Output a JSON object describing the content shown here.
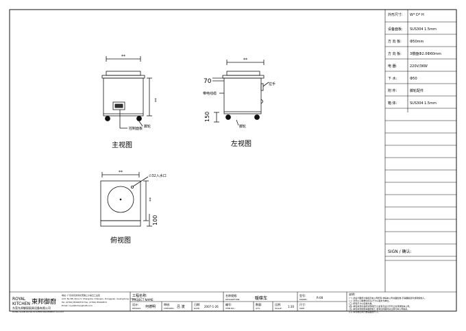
{
  "views": {
    "front": {
      "caption": "主视图",
      "width_dim": "**",
      "height_dim": "**",
      "control_panel_label": "控制面板",
      "caster_label": "脚轮"
    },
    "left": {
      "caption": "左视图",
      "width_dim": "**",
      "top_dim": "70",
      "bottom_dim": "150",
      "power_cord_label": "带电线缆",
      "handle_label": "拉手",
      "caster_label": "脚轮"
    },
    "top": {
      "caption": "俯视图",
      "width_dim": "**",
      "depth_dim": "**",
      "bottom_dim": "100",
      "inlet_label": "∅32入水口"
    }
  },
  "spec_table": [
    {
      "label": "外形尺寸:",
      "value": "W*  D*  H"
    },
    {
      "label": "设备面板:",
      "value": "SUS304 1.5mm"
    },
    {
      "label": "方 向 板:",
      "value": "Ф50mm"
    },
    {
      "label": "方 向 板:",
      "value": "3楼面Ф2.0Ф60mm"
    },
    {
      "label": "电    器:",
      "value": "220V/3KW"
    },
    {
      "label": "下    水:",
      "value": "Ф50"
    },
    {
      "label": "附    件:",
      "value": "脚轮配件"
    },
    {
      "label": "箱    体:",
      "value": "SUS304 1.5mm"
    }
  ],
  "sign_label": "SIGN / 确认:",
  "title_block": {
    "company_cn": "東邦御廚",
    "company_en_royal": "ROYAL",
    "company_en_kitchen": "KITCHEN",
    "company_full_cn": "东莞东邦御厨厨具设备有限公司",
    "company_full_en": "DONG GUAN ROYAL KITCHEN MACHINERY CO.,LTD",
    "address_cn": "地址: 广东省东莞市长安镇上沙第五工业区",
    "address_en": "Add: No.88, Zone 5, Shangsha, Changan, Dongguan, Guangdong, China",
    "tel": "Tel: (0769) 85090570  Fax: (0769) 85090571",
    "web": "Email: royalkitchen@126.com",
    "project_name_label": "工程名称:",
    "project_name_label_en": "PROJECT NAME:",
    "design_label": "设计:",
    "design_label_en": "DESIGN:",
    "designer": "何德明",
    "check_label": "审核:",
    "check_label_en": "CHECKED:",
    "checker": "吕    波",
    "date_label": "日期:",
    "date_label_en": "DATE:",
    "date": "2007-1-26",
    "desc_label": "名称规格:",
    "desc_label_en": "DESCRIPTION:",
    "description": "暖碟车",
    "model_label": "型号:",
    "model_label_en": "MODEL:",
    "model": "R-08",
    "item_label": "编号:",
    "item_label_en": "ITEM NO.:",
    "qty_label": "数量:",
    "qty_label_en": "QTY.:",
    "scale_label": "比例:",
    "scale_label_en": "SCALE:",
    "scale": "1:30",
    "size_label": "尺寸:",
    "size_label_en": "SIZE:",
    "notes_label": "说明:",
    "notes": [
      "(一) 此设计图纸之版权归本公司所有,非得本公司书面批准,不得翻版复印或转借他人。",
      "(二) 文件以公制单位标注,尺寸以毫米为单位。",
      "(三) 所有尺寸以实物为准。",
      "(四) 承包商须负责核对现场尺寸,如有与设计不符之处须通知本公司。",
      "(五) 承包商须依照本图纸施工,若有任何疑问请立即与本公司联系。",
      "(六) 请勿用比例尺量度图纸尺寸。"
    ]
  }
}
